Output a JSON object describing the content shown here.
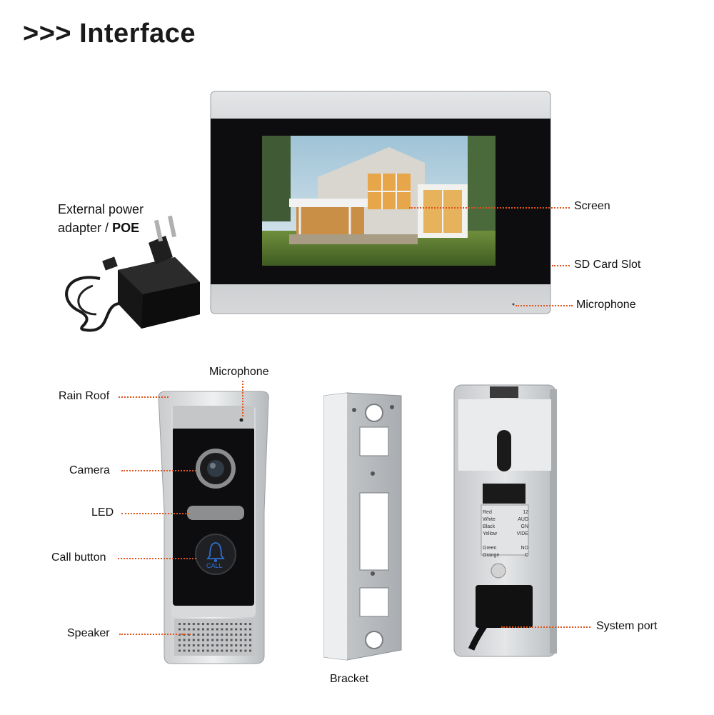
{
  "title": ">>> Interface",
  "power_adapter": {
    "line1": "External power",
    "line2_prefix": "adapter / ",
    "line2_bold": "POE"
  },
  "monitor_labels": {
    "screen": "Screen",
    "sd_card_slot": "SD Card Slot",
    "microphone": "Microphone"
  },
  "doorbell_labels": {
    "microphone": "Microphone",
    "rain_roof": "Rain Roof",
    "camera": "Camera",
    "led": "LED",
    "call_button": "Call button",
    "speaker": "Speaker",
    "call_text": "CALL"
  },
  "bracket_label": "Bracket",
  "back_labels": {
    "system_port": "System port",
    "wire_rows": [
      "Red",
      "White",
      "Black",
      "Yellow",
      "Green",
      "Orange"
    ],
    "wire_codes": [
      "12",
      "AUD",
      "GN",
      "VIDE",
      "NO",
      "C"
    ]
  },
  "colors": {
    "accent_lead": "#e2531d",
    "silver": "#b9bcc0",
    "black_panel": "#0d0d0f"
  }
}
